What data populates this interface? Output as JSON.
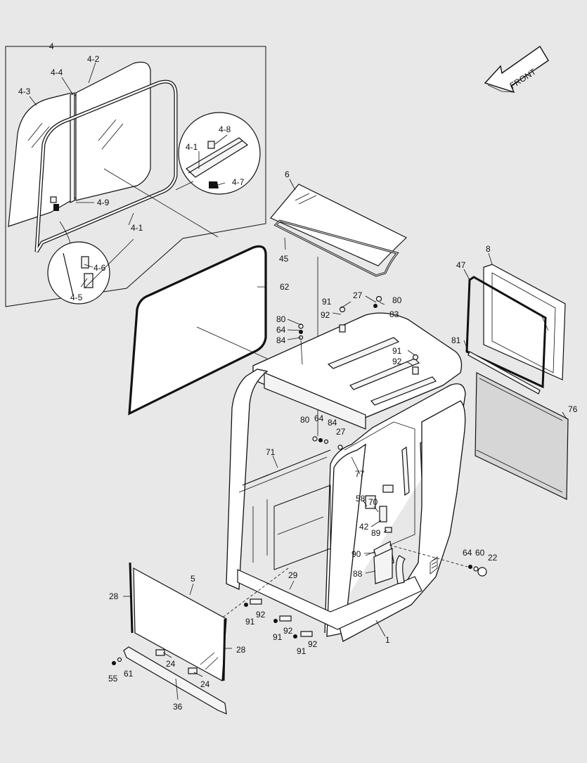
{
  "front_arrow": {
    "label": "FRONT"
  },
  "callouts": [
    {
      "id": "c-4",
      "text": "4"
    },
    {
      "id": "c-4-2",
      "text": "4-2"
    },
    {
      "id": "c-4-4",
      "text": "4-4"
    },
    {
      "id": "c-4-3",
      "text": "4-3"
    },
    {
      "id": "c-4-8",
      "text": "4-8"
    },
    {
      "id": "c-4-1a",
      "text": "4-1"
    },
    {
      "id": "c-4-7",
      "text": "4-7"
    },
    {
      "id": "c-4-9",
      "text": "4-9"
    },
    {
      "id": "c-4-1b",
      "text": "4-1"
    },
    {
      "id": "c-4-6",
      "text": "4-6"
    },
    {
      "id": "c-4-5",
      "text": "4-5"
    },
    {
      "id": "c-6",
      "text": "6"
    },
    {
      "id": "c-45",
      "text": "45"
    },
    {
      "id": "c-62",
      "text": "62"
    },
    {
      "id": "c-8",
      "text": "8"
    },
    {
      "id": "c-47",
      "text": "47"
    },
    {
      "id": "c-27a",
      "text": "27"
    },
    {
      "id": "c-80a",
      "text": "80"
    },
    {
      "id": "c-91a",
      "text": "91"
    },
    {
      "id": "c-83",
      "text": "83"
    },
    {
      "id": "c-92a",
      "text": "92"
    },
    {
      "id": "c-80b",
      "text": "80"
    },
    {
      "id": "c-64a",
      "text": "64"
    },
    {
      "id": "c-84a",
      "text": "84"
    },
    {
      "id": "c-91b",
      "text": "91"
    },
    {
      "id": "c-92b",
      "text": "92"
    },
    {
      "id": "c-81",
      "text": "81"
    },
    {
      "id": "c-76",
      "text": "76"
    },
    {
      "id": "c-80c",
      "text": "80"
    },
    {
      "id": "c-64b",
      "text": "64"
    },
    {
      "id": "c-84b",
      "text": "84"
    },
    {
      "id": "c-27b",
      "text": "27"
    },
    {
      "id": "c-71",
      "text": "71"
    },
    {
      "id": "c-77",
      "text": "77"
    },
    {
      "id": "c-58",
      "text": "58"
    },
    {
      "id": "c-70",
      "text": "70"
    },
    {
      "id": "c-42",
      "text": "42"
    },
    {
      "id": "c-89",
      "text": "89"
    },
    {
      "id": "c-90",
      "text": "90"
    },
    {
      "id": "c-88",
      "text": "88"
    },
    {
      "id": "c-64c",
      "text": "64"
    },
    {
      "id": "c-60",
      "text": "60"
    },
    {
      "id": "c-22",
      "text": "22"
    },
    {
      "id": "c-5",
      "text": "5"
    },
    {
      "id": "c-29",
      "text": "29"
    },
    {
      "id": "c-28a",
      "text": "28"
    },
    {
      "id": "c-91c",
      "text": "91"
    },
    {
      "id": "c-92c",
      "text": "92"
    },
    {
      "id": "c-91d",
      "text": "91"
    },
    {
      "id": "c-92d",
      "text": "92"
    },
    {
      "id": "c-92e",
      "text": "92"
    },
    {
      "id": "c-91e",
      "text": "91"
    },
    {
      "id": "c-1",
      "text": "1"
    },
    {
      "id": "c-28b",
      "text": "28"
    },
    {
      "id": "c-24a",
      "text": "24"
    },
    {
      "id": "c-24b",
      "text": "24"
    },
    {
      "id": "c-55",
      "text": "55"
    },
    {
      "id": "c-61",
      "text": "61"
    },
    {
      "id": "c-36",
      "text": "36"
    }
  ]
}
